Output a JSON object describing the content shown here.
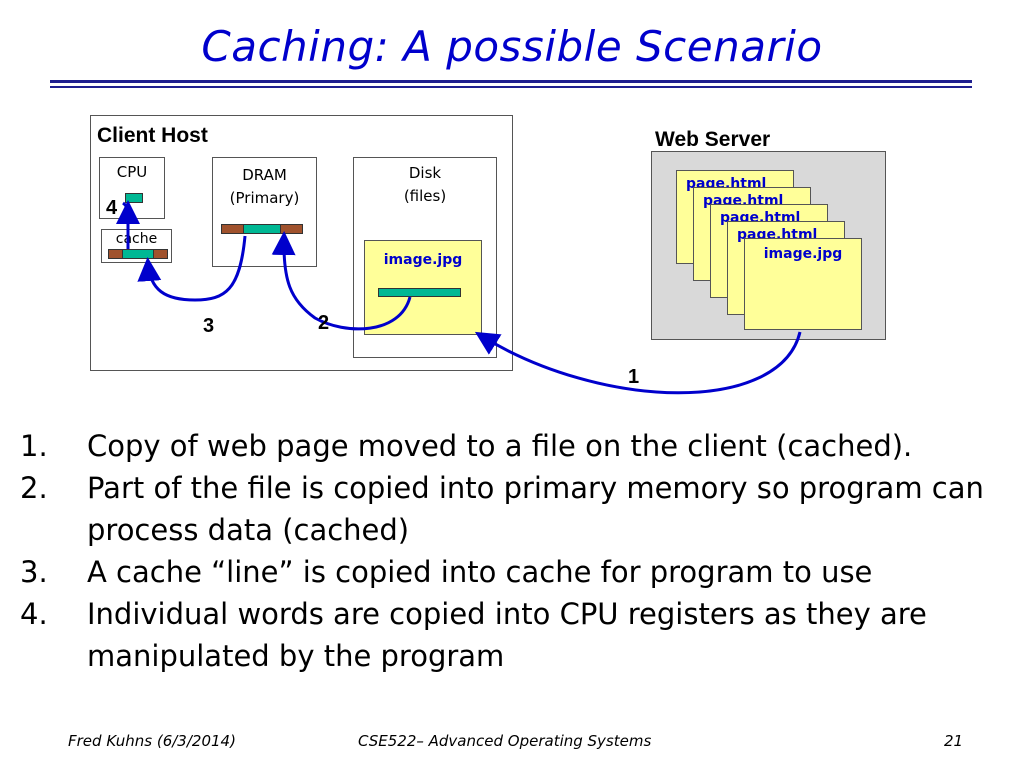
{
  "title": "Caching: A possible Scenario",
  "diagram": {
    "client_host_label": "Client Host",
    "web_server_label": "Web Server",
    "cpu_label": "CPU",
    "cpu_register_number": "4",
    "cache_label": "cache",
    "dram_line1": "DRAM",
    "dram_line2": "(Primary)",
    "disk_line1": "Disk",
    "disk_line2": "(files)",
    "disk_file": "image.jpg",
    "server_pages": [
      "page.html",
      "page.html",
      "page.html",
      "page.html"
    ],
    "server_front_file": "image.jpg",
    "step_labels": {
      "one": "1",
      "two": "2",
      "three": "3"
    },
    "colors": {
      "arrow": "#0000cc",
      "file_fill": "#ffff99",
      "line_teal": "#00b894",
      "line_brown": "#a0522d",
      "server_bg": "#d9d9d9"
    }
  },
  "steps": [
    {
      "n": "1.",
      "text": "Copy of web page moved to a file on the client (cached)."
    },
    {
      "n": "2.",
      "text": "Part of the file is copied into primary memory so program can process data (cached)"
    },
    {
      "n": "3.",
      "text": "A cache “line” is copied into cache for program to use"
    },
    {
      "n": "4.",
      "text": "Individual words are copied into CPU registers as they are manipulated by the program"
    }
  ],
  "footer": {
    "author": "Fred Kuhns (6/3/2014)",
    "course": "CSE522– Advanced Operating Systems",
    "page": "21"
  }
}
